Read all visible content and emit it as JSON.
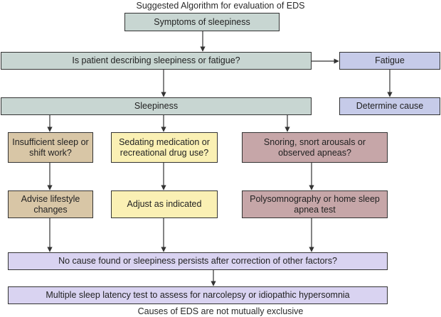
{
  "diagram": {
    "title": "Suggested Algorithm for evaluation of EDS",
    "footer": "Causes of EDS are not mutually exclusive",
    "colors": {
      "gray": "#c8d6d2",
      "blue": "#c6cbe9",
      "tan": "#d8c6a6",
      "yellow": "#faf0b4",
      "mauve": "#c6a6a8",
      "lavender": "#d9d3f1",
      "border": "#333333"
    },
    "nodes": {
      "symptoms": "Symptoms of sleepiness",
      "question": "Is patient describing sleepiness or fatigue?",
      "fatigue": "Fatigue",
      "determine_cause": "Determine cause",
      "sleepiness": "Sleepiness",
      "insufficient_sleep": "Insufficient sleep or shift work?",
      "sedating": "Sedating medication or recreational drug use?",
      "snoring": "Snoring, snort arousals or observed apneas?",
      "advise": "Advise lifestyle changes",
      "adjust": "Adjust as indicated",
      "polysomnography": "Polysomnography or home sleep apnea test",
      "no_cause": "No cause found or sleepiness persists after correction of other factors?",
      "mslt": "Multiple sleep latency test to assess for narcolepsy or idiopathic hypersomnia"
    }
  }
}
